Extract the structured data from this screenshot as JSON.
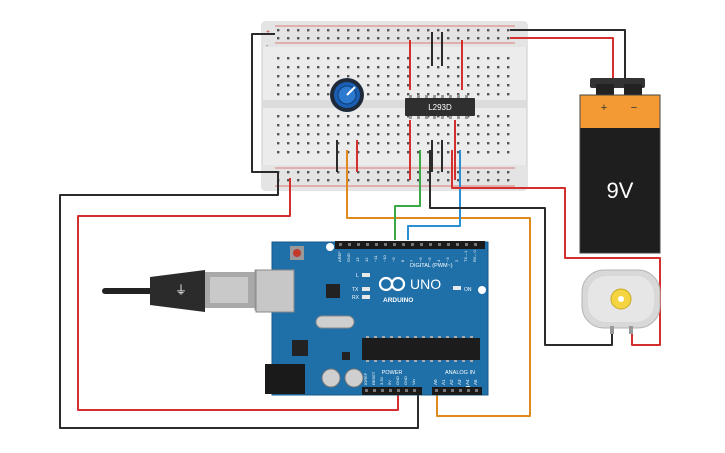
{
  "breadboard": {
    "rail_plus": "+",
    "rail_minus": "-"
  },
  "driver_ic": {
    "label": "L293D"
  },
  "battery": {
    "label": "9V",
    "plus": "+",
    "minus": "−"
  },
  "arduino": {
    "logo_text": "UNO",
    "brand": "ARDUINO",
    "digital_header": "DIGITAL (PWM~)",
    "power_label": "POWER",
    "analog_label": "ANALOG IN",
    "on_led": "ON",
    "tx": "TX",
    "rx": "RX",
    "l_led": "L",
    "power_pins": [
      "IOREF",
      "RESET",
      "3.3V",
      "5V",
      "GND",
      "GND",
      "Vin"
    ],
    "analog_pins": [
      "A0",
      "A1",
      "A2",
      "A3",
      "A4",
      "A5"
    ],
    "digital_pins": [
      "AREF",
      "GND",
      "13",
      "12",
      "~11",
      "~10",
      "~9",
      "8",
      "7",
      "~6",
      "~5",
      "4",
      "~3",
      "2",
      "TX→1",
      "RX←0"
    ]
  },
  "colors": {
    "wire_red": "#d32f2f",
    "wire_black": "#2b2b2b",
    "wire_orange": "#e08a1e",
    "wire_green": "#3aa845",
    "wire_blue": "#2a8fd0",
    "board_blue": "#1f6fa8",
    "breadboard": "#eeeeee"
  }
}
